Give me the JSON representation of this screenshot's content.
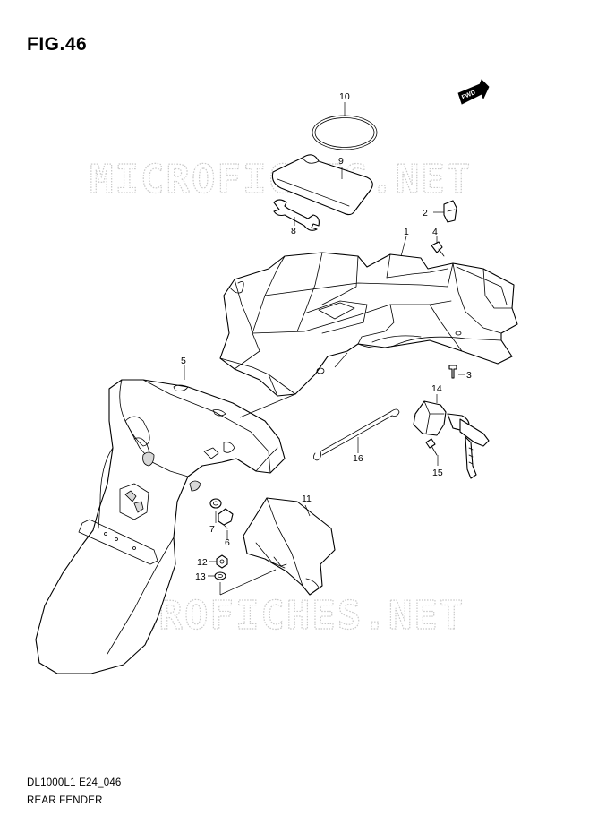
{
  "figure": {
    "title": "FIG.46",
    "code": "DL1000L1 E24_046",
    "name": "REAR FENDER"
  },
  "watermark": {
    "text": "MICROFICHES.NET"
  },
  "fwd_badge": {
    "text": "FWD"
  },
  "callouts": [
    {
      "id": "1",
      "label": "1",
      "part": "rear fender upper / undertray"
    },
    {
      "id": "2",
      "label": "2",
      "part": "clip"
    },
    {
      "id": "3",
      "label": "3",
      "part": "rivet"
    },
    {
      "id": "4",
      "label": "4",
      "part": "screw"
    },
    {
      "id": "5",
      "label": "5",
      "part": "rear fender lower"
    },
    {
      "id": "6",
      "label": "6",
      "part": "bolt"
    },
    {
      "id": "7",
      "label": "7",
      "part": "washer"
    },
    {
      "id": "8",
      "label": "8",
      "part": "wrench"
    },
    {
      "id": "9",
      "label": "9",
      "part": "tool bag"
    },
    {
      "id": "10",
      "label": "10",
      "part": "band"
    },
    {
      "id": "11",
      "label": "11",
      "part": "mudguard"
    },
    {
      "id": "12",
      "label": "12",
      "part": "nut"
    },
    {
      "id": "13",
      "label": "13",
      "part": "washer"
    },
    {
      "id": "14",
      "label": "14",
      "part": "seat lock"
    },
    {
      "id": "15",
      "label": "15",
      "part": "screw"
    },
    {
      "id": "16",
      "label": "16",
      "part": "cable"
    }
  ]
}
